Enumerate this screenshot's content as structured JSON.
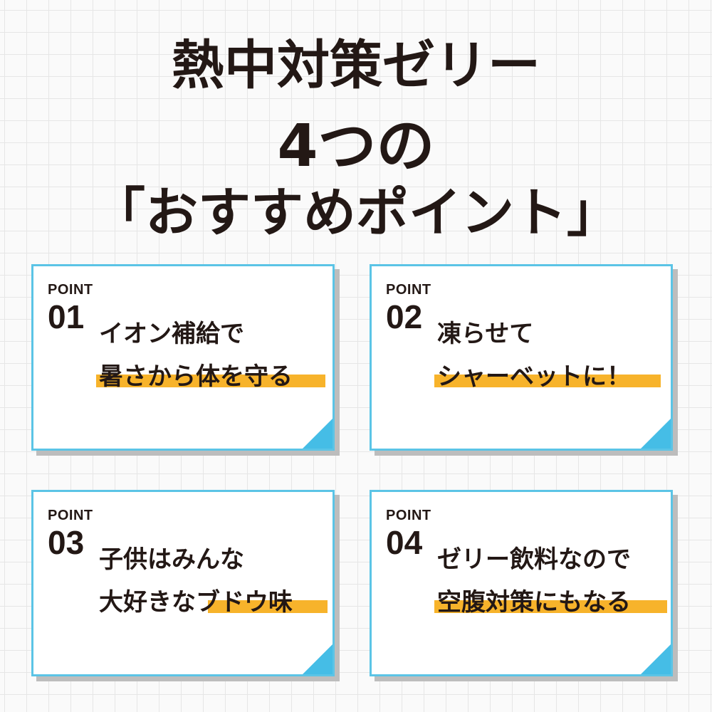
{
  "heading": {
    "line1": "熱中対策ゼリー",
    "line2": "4つの",
    "line3": "「おすすめポイント」"
  },
  "colors": {
    "card_border": "#5bc4e6",
    "card_corner": "#45bde6",
    "highlight": "#f7b32b",
    "text": "#231815",
    "shadow": "#bdbdbd"
  },
  "points": [
    {
      "label": "POINT",
      "number": "01",
      "line1": "イオン補給で",
      "line2": "暑さから体を守る"
    },
    {
      "label": "POINT",
      "number": "02",
      "line1": "凍らせて",
      "line2": "シャーベットに！"
    },
    {
      "label": "POINT",
      "number": "03",
      "line1": "子供はみんな",
      "line2": "大好きなブドウ味"
    },
    {
      "label": "POINT",
      "number": "04",
      "line1": "ゼリー飲料なので",
      "line2": "空腹対策にもなる"
    }
  ]
}
